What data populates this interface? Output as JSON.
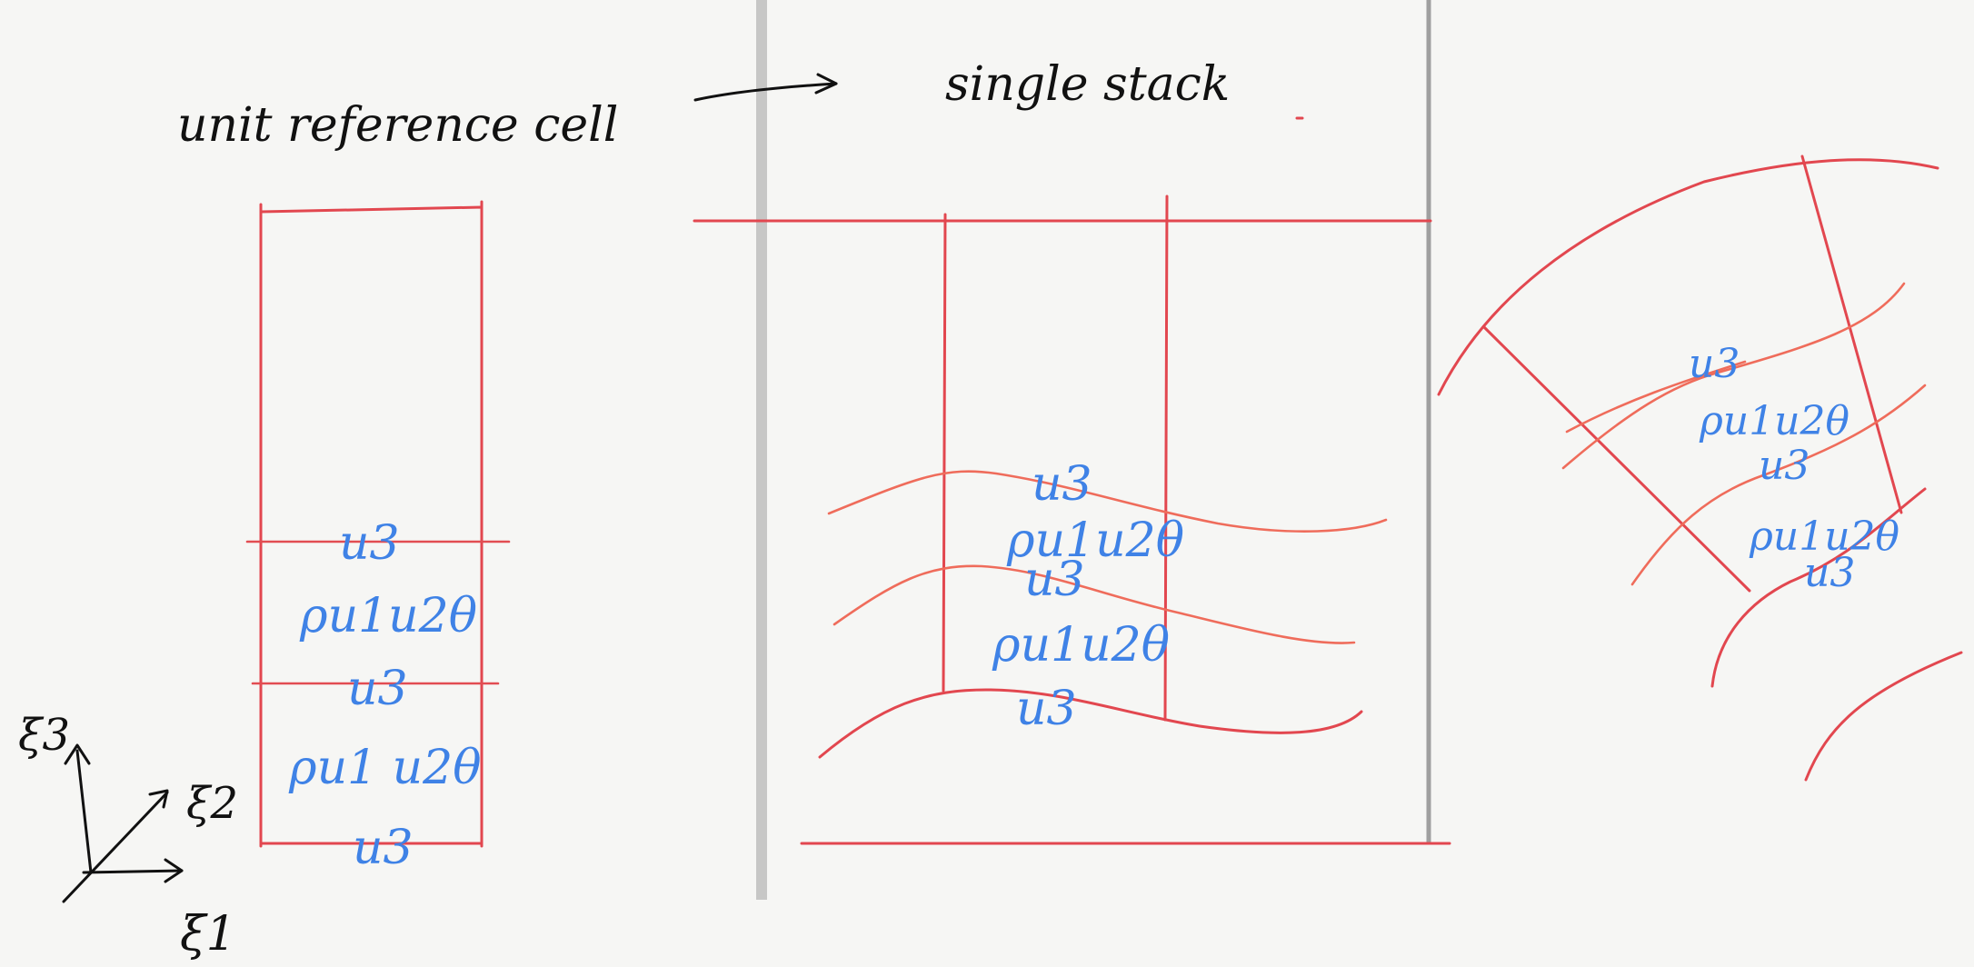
{
  "labels": {
    "left_title": "unit reference cell",
    "middle_title": "single stack",
    "axis_x1": "ξ1",
    "axis_x2": "ξ2",
    "axis_x3": "ξ3",
    "left_top_u3": "u3",
    "left_mid_row": "ρu1u2θ",
    "left_mid_u3": "u3",
    "left_bottom_row": "ρu1 u2θ",
    "left_bottom_u3": "u3",
    "mid_top_u3": "u3",
    "mid_row_1": "ρu1u2θ",
    "mid_mid_u3": "u3",
    "mid_row_2": "ρu1u2θ",
    "mid_bottom_u3": "u3",
    "right_top_u3": "u3",
    "right_row_1": "ρu1u2θ",
    "right_mid_u3": "u3",
    "right_row_2": "ρu1u2θ",
    "right_bottom_u3": "u3"
  },
  "colors": {
    "background": "#f6f6f4",
    "ink_black": "#111111",
    "ink_red": "#e2474f",
    "ink_blue": "#3f82e6",
    "separator": "#9b9b9b"
  }
}
